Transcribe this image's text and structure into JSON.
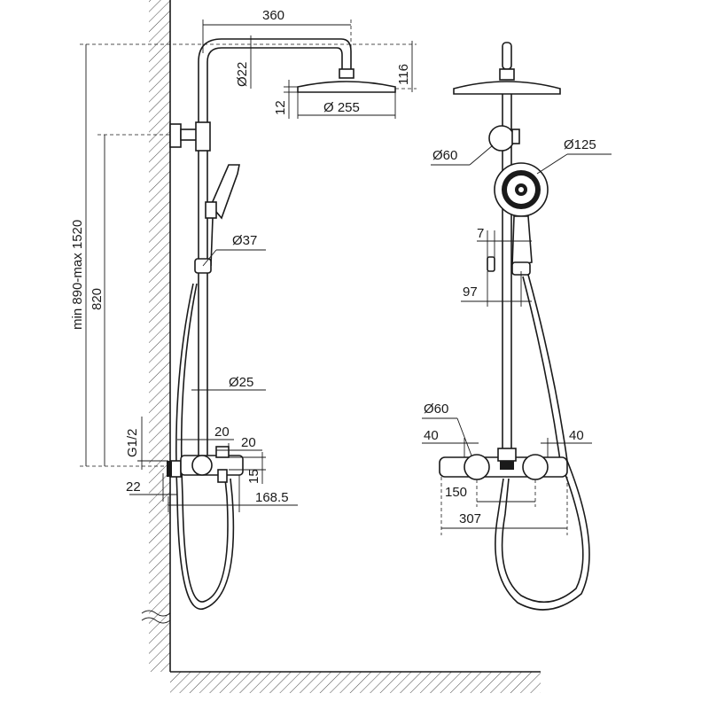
{
  "side_view": {
    "dims": {
      "width_top": "360",
      "pipe_dia": "Ø22",
      "head_drop": "116",
      "head_thickness": "12",
      "head_dia": "Ø 255",
      "height_range": "min 890-max 1520",
      "rail_height": "820",
      "holder_dia": "Ø37",
      "rail_dia": "Ø25",
      "thread": "G1/2",
      "off_a": "20",
      "off_b": "20",
      "off_c": "15",
      "wall_gap": "22",
      "depth": "168.5"
    }
  },
  "front_view": {
    "dims": {
      "bracket_dia": "Ø60",
      "handshower_dia": "Ø125",
      "small_gap": "7",
      "offset_97": "97",
      "knob_dia": "Ø60",
      "left_40": "40",
      "right_40": "40",
      "centers": "150",
      "total_width": "307"
    }
  }
}
